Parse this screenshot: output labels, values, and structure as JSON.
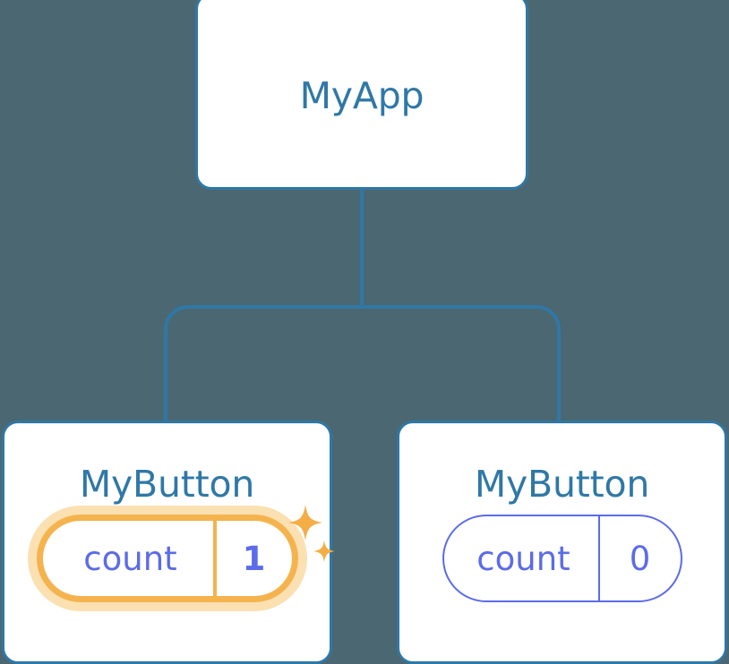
{
  "diagram": {
    "type": "component-tree",
    "background_color": "#4b6771",
    "edge_color": "#2f78a6",
    "node_border_color": "#2f78a6",
    "node_title_color": "#2f78a6",
    "prop_text_color": "#5c6be8",
    "highlight_color": "#f5b34e",
    "highlight_glow_color": "#fbe0b2"
  },
  "root": {
    "title": "MyApp"
  },
  "children": [
    {
      "title": "MyButton",
      "prop": {
        "key": "count",
        "value": "1"
      },
      "highlighted": true,
      "sparkle_icon": "sparkles-icon"
    },
    {
      "title": "MyButton",
      "prop": {
        "key": "count",
        "value": "0"
      },
      "highlighted": false
    }
  ],
  "edges": [
    {
      "from": "MyApp",
      "to": "MyButton"
    },
    {
      "from": "MyApp",
      "to": "MyButton"
    }
  ]
}
